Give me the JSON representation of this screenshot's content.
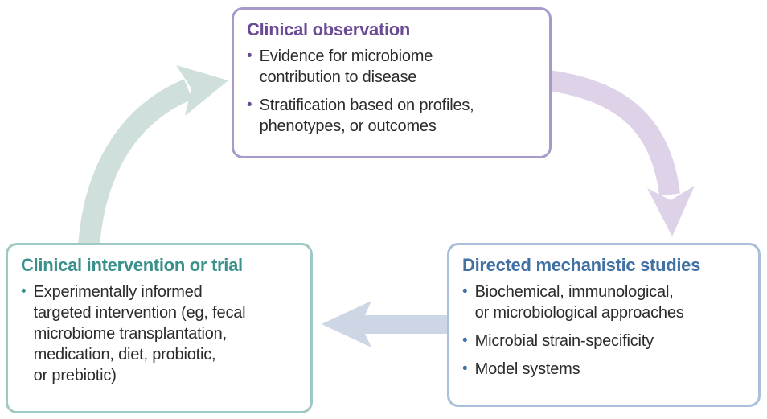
{
  "figure": {
    "boxes": {
      "clinical_observation": {
        "title": "Clinical observation",
        "bullets": [
          "Evidence for microbiome\ncontribution to disease",
          "Stratification based on profiles,\nphenotypes, or outcomes"
        ]
      },
      "directed_mechanistic_studies": {
        "title": "Directed mechanistic studies",
        "bullets": [
          "Biochemical, immunological,\nor microbiological approaches",
          "Microbial strain-specificity",
          "Model systems"
        ]
      },
      "clinical_intervention_or_trial": {
        "title": "Clinical intervention or trial",
        "bullets": [
          "Experimentally informed\ntargeted intervention (eg, fecal\nmicrobiome transplantation,\nmedication, diet, probiotic,\nor prebiotic)"
        ]
      }
    },
    "colors": {
      "observation_accent": "#6b4b94",
      "observation_border": "#a99bc9",
      "mechanistic_accent": "#4170a4",
      "mechanistic_border": "#aabfd9",
      "intervention_accent": "#3a908a",
      "intervention_border": "#9fc9c3",
      "arrow_om": "#ddd2e8",
      "arrow_mi": "#ccd6e4",
      "arrow_io": "#cfdfdb",
      "body_text": "#2b2b2b"
    }
  },
  "glyphs": {
    "bullet": "•"
  }
}
